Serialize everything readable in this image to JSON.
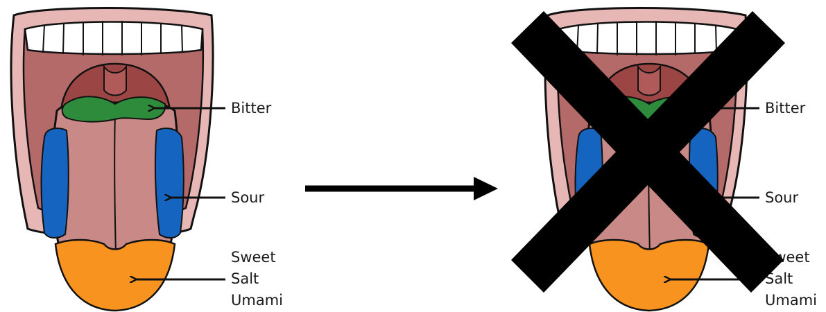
{
  "left_panel": {
    "labels": {
      "bitter": "Bitter",
      "sour": "Sour",
      "sweet": "Sweet",
      "salt": "Salt",
      "umami": "Umami"
    }
  },
  "right_panel": {
    "labels": {
      "bitter": "Bitter",
      "sour": "Sour",
      "sweet": "Sweet",
      "salt": "Salt",
      "umami": "Umami"
    },
    "crossed_out": true
  },
  "colors": {
    "lip": "#e7b7b5",
    "mouth": "#b56a6a",
    "throat": "#9c4545",
    "tongue": "#c88987",
    "teeth": "#ffffff",
    "bitter_zone": "#2e8b3b",
    "sour_zone": "#1565c0",
    "sweet_zone": "#f7931e",
    "outline": "#111111",
    "cross": "#000000"
  }
}
